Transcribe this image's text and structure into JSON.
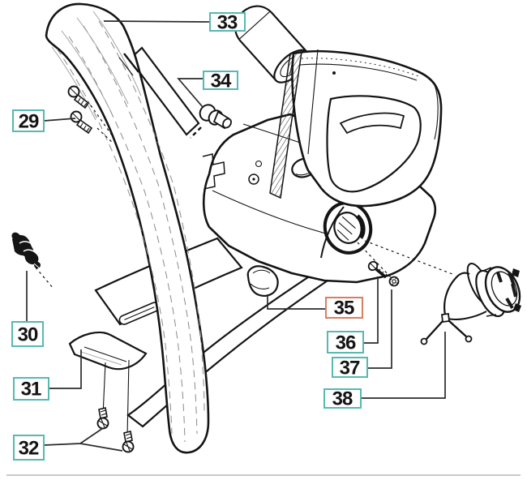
{
  "diagram": {
    "kind": "exploded-parts-diagram",
    "background": "#ffffff"
  },
  "callouts": [
    {
      "number": "29",
      "highlighted": false
    },
    {
      "number": "30",
      "highlighted": false
    },
    {
      "number": "31",
      "highlighted": false
    },
    {
      "number": "32",
      "highlighted": false
    },
    {
      "number": "33",
      "highlighted": false
    },
    {
      "number": "34",
      "highlighted": false
    },
    {
      "number": "35",
      "highlighted": true
    },
    {
      "number": "36",
      "highlighted": false
    },
    {
      "number": "37",
      "highlighted": false
    },
    {
      "number": "38",
      "highlighted": false
    }
  ],
  "colors": {
    "line": "#141414",
    "background": "#ffffff",
    "separator": "#c9c9c9",
    "callout_border_default": "#58b8b2",
    "callout_border_highlighted": "#d97f5f"
  }
}
